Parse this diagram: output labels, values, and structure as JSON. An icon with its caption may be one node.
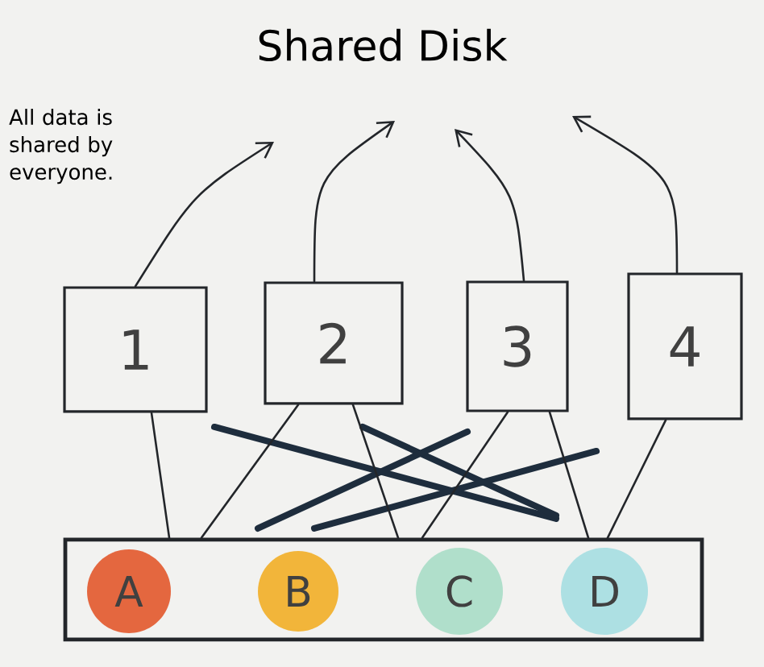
{
  "diagram": {
    "title": "Shared Disk",
    "nodes": [
      {
        "text": [
          "1"
        ]
      },
      {
        "text": [
          "2"
        ]
      },
      {
        "text": [
          "3"
        ]
      },
      {
        "text": [
          "4"
        ]
      },
      {
        "text": [],
        "shape": "box"
      },
      {
        "text": [
          "A"
        ],
        "in": 4
      },
      {
        "text": [
          "B"
        ],
        "in": 4
      },
      {
        "text": [
          "C"
        ],
        "in": 4
      },
      {
        "text": [
          "D"
        ],
        "in": 4
      }
    ],
    "edges": [
      {
        "from": 0,
        "to": null,
        "arrow": "to"
      },
      {
        "from": 1,
        "to": null,
        "arrow": "to"
      },
      {
        "from": 2,
        "to": null,
        "arrow": "to"
      },
      {
        "from": 3,
        "to": null,
        "arrow": "to"
      },
      {
        "from": 0,
        "to": 4,
        "arrow": "none"
      },
      {
        "from": 1,
        "to": 4,
        "arrow": "none"
      },
      {
        "from": 1,
        "to": 4,
        "arrow": "none"
      },
      {
        "from": 2,
        "to": 4,
        "arrow": "none"
      },
      {
        "from": 2,
        "to": 4,
        "arrow": "none"
      },
      {
        "from": 3,
        "to": 4,
        "arrow": "none"
      }
    ],
    "labels": [
      "All data is shared by everyone."
    ]
  }
}
